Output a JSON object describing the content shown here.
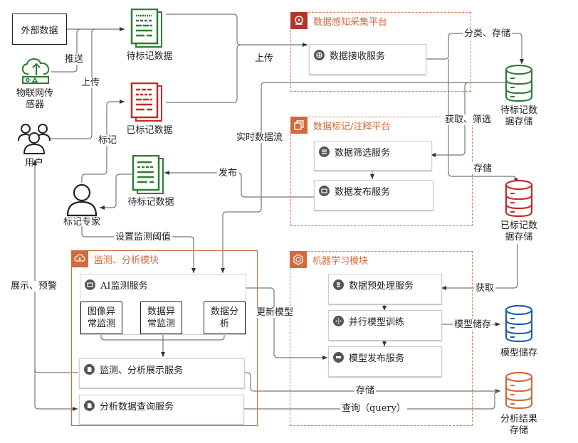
{
  "colors": {
    "green": "#2e7d32",
    "red": "#c62828",
    "blue": "#1f5fa8",
    "orange": "#d4693a",
    "group_border": "#e07a47",
    "wire": "#666666"
  },
  "sources": {
    "external_data": "外部数据",
    "iot_sensor": "物联网传感器",
    "iot_sensor_line2": "感器",
    "iot_sensor_line1": "物联网传",
    "user": "用户"
  },
  "documents": {
    "pending_top": "待标记数据",
    "labeled": "已标记数据",
    "pending_mid": "待标记数据"
  },
  "actors": {
    "label_expert": "标记专家"
  },
  "groups": {
    "collection": {
      "title": "数据感知采集平台",
      "services": [
        "数据接收服务"
      ]
    },
    "labeling": {
      "title": "数据标记/注释平台",
      "services": [
        "数据筛选服务",
        "数据发布服务"
      ]
    },
    "monitoring": {
      "title": "监测、分析模块",
      "ai_service": "AI监测服务",
      "sub_modules": [
        {
          "line1": "图像异",
          "line2": "常监测"
        },
        {
          "line1": "数据异",
          "line2": "常监测"
        },
        {
          "line1": "数据分",
          "line2": "析"
        }
      ],
      "services": [
        "监测、分析展示服务",
        "分析数据查询服务"
      ]
    },
    "ml": {
      "title": "机器学习模块",
      "services": [
        "数据预处理服务",
        "并行模型训练",
        "模型发布服务"
      ]
    }
  },
  "storages": {
    "pending": {
      "line1": "待标记数",
      "line2": "据存储"
    },
    "labeled": {
      "line1": "已标记数",
      "line2": "据存储"
    },
    "model": {
      "line1": "模型储存",
      "line2": ""
    },
    "results": {
      "line1": "分析结果",
      "line2": "存储"
    }
  },
  "edge_labels": {
    "push": "推送",
    "upload_left": "上传",
    "upload_mid": "上传",
    "classify_store": "分类、存储",
    "fetch_filter": "获取、筛选",
    "realtime_stream": "实时数据流",
    "store_labeled": "存储",
    "label": "标记",
    "publish": "发布",
    "set_threshold": "设置监测阈值",
    "display_alert": "展示、预警",
    "update_model": "更新模型",
    "fetch": "获取",
    "model_store": "模型储存",
    "store_results": "存储",
    "query": "查询（query）"
  }
}
